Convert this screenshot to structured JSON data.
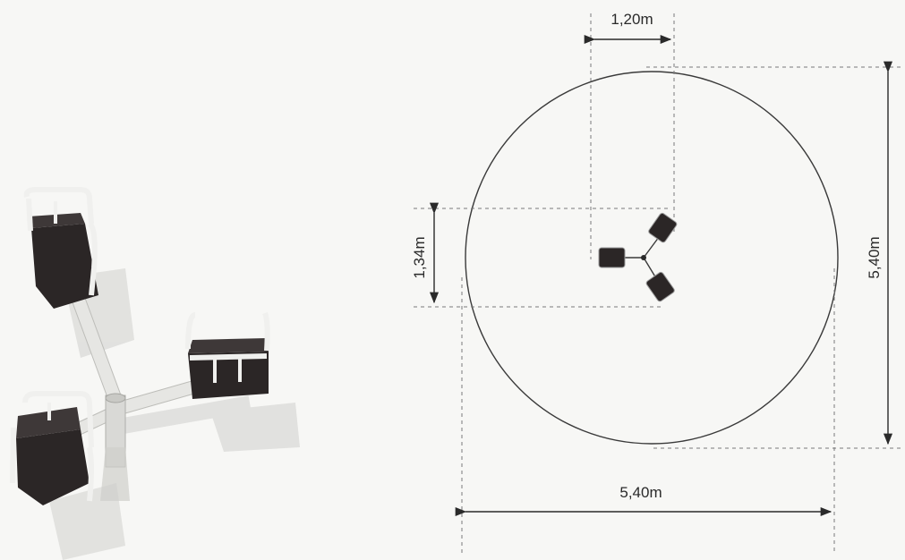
{
  "dimensions": {
    "top_width": "1,20m",
    "left_height": "1,34m",
    "right_height": "5,40m",
    "bottom_width": "5,40m"
  },
  "colors": {
    "line": "#3a3a3a",
    "dashed": "#7a7a7a",
    "seat": "#2b2626",
    "frame": "#f2f2f0",
    "shadow": "#d6d6d4",
    "background": "#f7f7f5"
  },
  "icons": {
    "product_render": "three-seat-spinner-illustration",
    "plan_view": "safety-zone-circle"
  }
}
